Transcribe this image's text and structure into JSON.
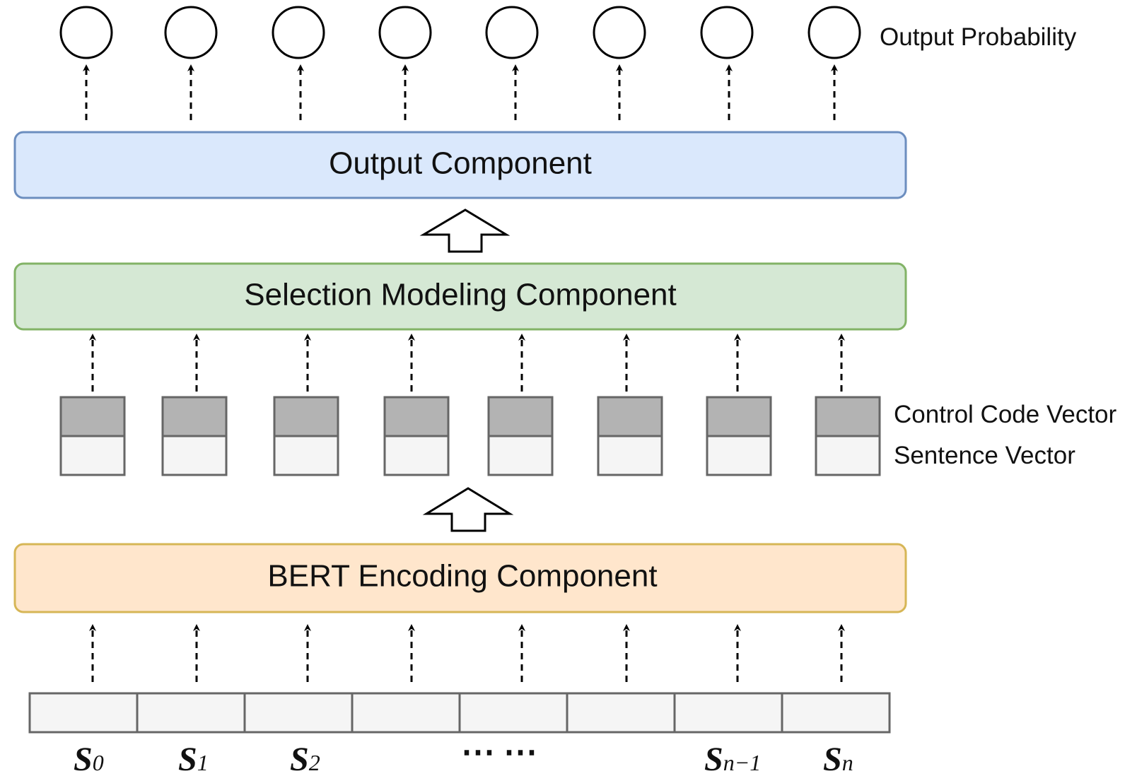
{
  "labels": {
    "output_probability": "Output Probability",
    "control_code_vector": "Control Code Vector",
    "sentence_vector": "Sentence Vector"
  },
  "components": {
    "output": {
      "label": "Output Component",
      "fill": "#dae8fc",
      "stroke": "#6c8ebf"
    },
    "selection": {
      "label": "Selection Modeling Component",
      "fill": "#d5e8d4",
      "stroke": "#82b366"
    },
    "bert": {
      "label": "BERT Encoding Component",
      "fill": "#ffe6cc",
      "stroke": "#d6b656"
    }
  },
  "sequence": {
    "s0": {
      "base": "S",
      "sub": "0"
    },
    "s1": {
      "base": "S",
      "sub": "1"
    },
    "s2": {
      "base": "S",
      "sub": "2"
    },
    "ellipsis": "⋯ ⋯",
    "sn_minus_1": {
      "base": "S",
      "sub": "n−1"
    },
    "sn": {
      "base": "S",
      "sub": "n"
    }
  },
  "colors": {
    "control_code_cell": "#b3b3b3",
    "sentence_cell": "#f5f5f5",
    "cell_border": "#666666",
    "arrow": "#000000"
  }
}
